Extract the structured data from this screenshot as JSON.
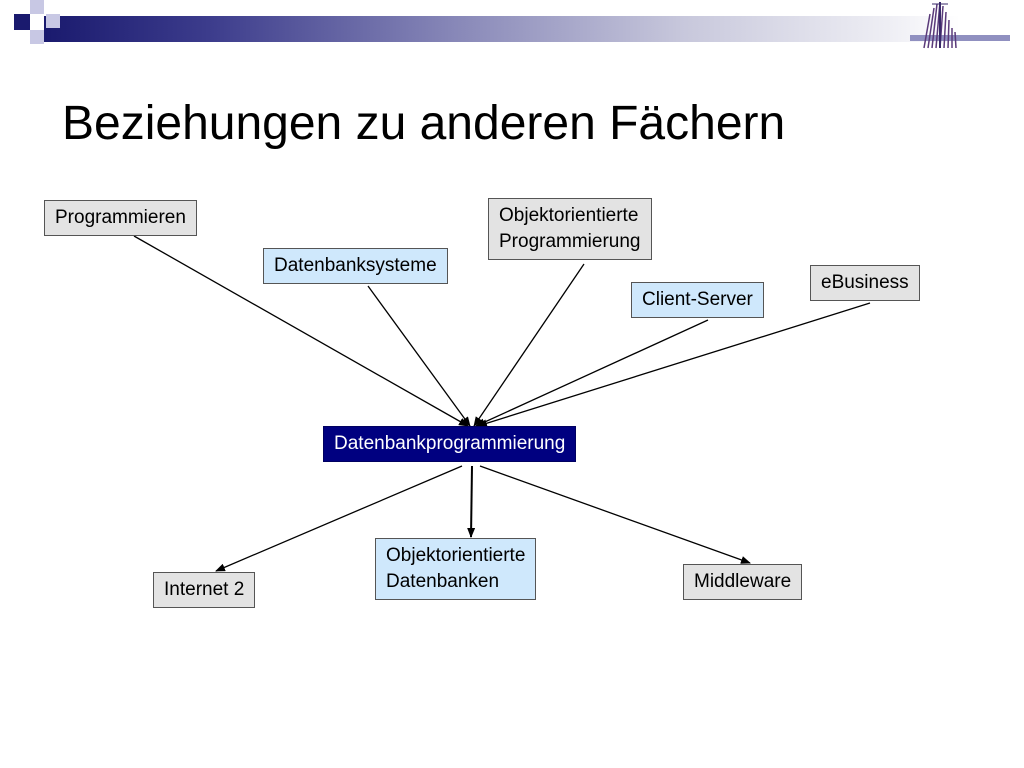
{
  "slide": {
    "title": "Beziehungen zu anderen Fächern"
  },
  "colors": {
    "header_dark": "#1a1a6e",
    "node_gray": "#e3e3e3",
    "node_blue": "#cfe8fc",
    "node_center": "#000080"
  },
  "diagram": {
    "center": {
      "label": "Datenbankprogrammierung"
    },
    "inputs": [
      {
        "id": "programmieren",
        "label": "Programmieren"
      },
      {
        "id": "datenbanksysteme",
        "label": "Datenbanksysteme"
      },
      {
        "id": "oop",
        "line1": "Objektorientierte",
        "line2": "Programmierung"
      },
      {
        "id": "client-server",
        "label": "Client-Server"
      },
      {
        "id": "ebusiness",
        "label": "eBusiness"
      }
    ],
    "outputs": [
      {
        "id": "internet2",
        "label": "Internet 2"
      },
      {
        "id": "oodb",
        "line1": "Objektorientierte",
        "line2": "Datenbanken"
      },
      {
        "id": "middleware",
        "label": "Middleware"
      }
    ]
  }
}
